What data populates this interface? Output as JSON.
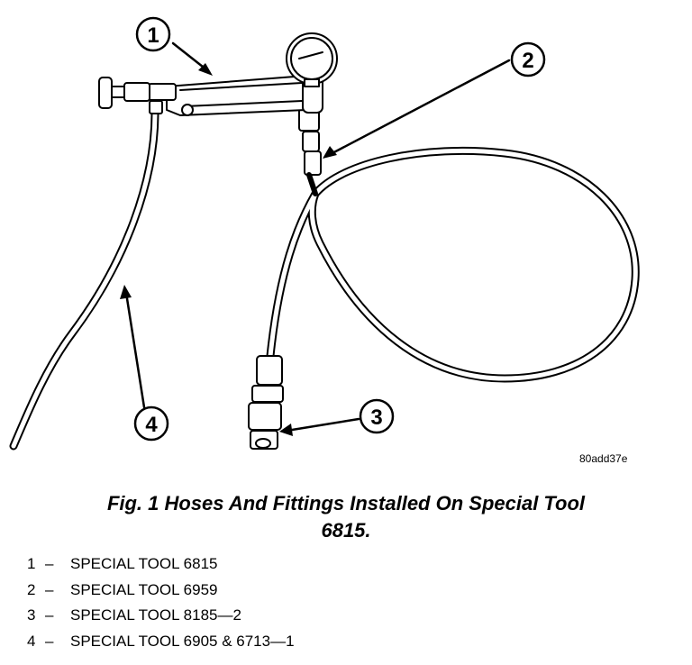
{
  "figure": {
    "code": "80add37e",
    "callouts": [
      "1",
      "2",
      "3",
      "4"
    ]
  },
  "caption": {
    "line1": "Fig. 1 Hoses And Fittings Installed On Special Tool",
    "line2": "6815."
  },
  "legend": [
    {
      "num": "1",
      "dash": "–",
      "text": "SPECIAL TOOL 6815"
    },
    {
      "num": "2",
      "dash": "–",
      "text": "SPECIAL TOOL 6959"
    },
    {
      "num": "3",
      "dash": "–",
      "text": "SPECIAL TOOL 8185—2"
    },
    {
      "num": "4",
      "dash": "–",
      "text": "SPECIAL TOOL 6905 & 6713—1"
    }
  ]
}
